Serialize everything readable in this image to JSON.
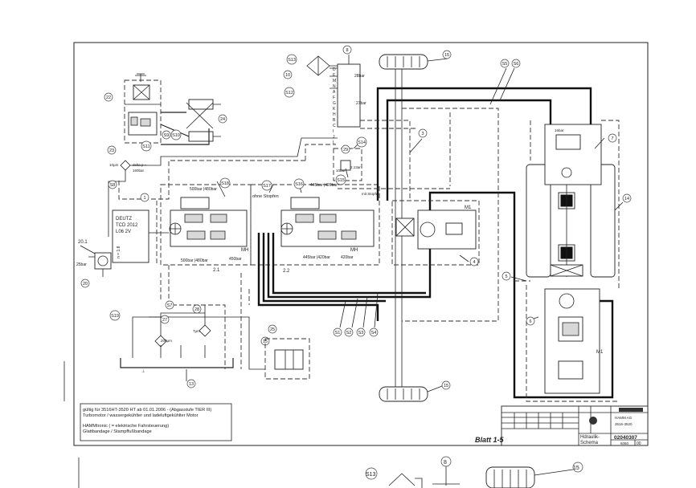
{
  "title_block": {
    "sheet": "Blatt 1-5",
    "company": "HAMM AG",
    "model": "3516-3520",
    "drawing_title_1": "Hdraulik-",
    "drawing_title_2": "Schema",
    "drawing_number": "02040307",
    "drawing_sub": "6060",
    "revision": "00"
  },
  "notes": {
    "line1": "gültig für  3516HT-3520 HT ab 01.01.2006 - (Abgasstufe TIER III)",
    "line2": "Turbomotor / wassergekühlter und ladeluftgekühlter Motor",
    "line3": "HAMMtronic  ( = elektrische Fahrsteuerung)",
    "line4": "Glattbandage / Stampffußbandage"
  },
  "engine": {
    "name": "DEUTZ",
    "model": "TCD 2012",
    "type": "L06 2V",
    "rpm": "n = 1:8"
  },
  "valve_labels": {
    "v1_top": "500bar |480bar",
    "v1_bottom": "500bar |480bar",
    "v1_right": "450bar",
    "v2_top": "ohne Stopfen",
    "v2_top_right": "445bar |420bar",
    "v2_bottom": "445bar |420bar",
    "v2_right": "420bar",
    "mit_stopfen": "mit Stopfen",
    "mh1": "MH",
    "mh2": "MH",
    "m1_motor": "M1",
    "m1_drum": "M1",
    "bar_16": "16bar",
    "bar_25": "25bar",
    "bar_27": "27bar",
    "bar_28": "28bar",
    "bar_213": "2,13ar",
    "bar_10": "10bar",
    "bar_160": "160bar",
    "bar_10um": "10µm",
    "bar_200um": "200µm",
    "bar_7um": "7µm",
    "delta_p": "delta p =",
    "v_2_1": "2.1",
    "v_2_2": "2.2",
    "v_20_1": "20.1"
  },
  "callouts": {
    "c1": "1",
    "c3": "3",
    "c4": "4",
    "c5": "5",
    "c6": "6",
    "c7": "7",
    "c8": "8",
    "c10": "10",
    "c12": "12",
    "c13": "13",
    "c14": "14",
    "c15a": "15",
    "c15b": "15",
    "c15c": "15",
    "c20": "20",
    "c22": "22",
    "c23": "23",
    "c24": "24",
    "c25": "25",
    "c27": "27",
    "c28": "28",
    "c29": "29",
    "s1": "S1",
    "s2": "S2",
    "s3": "S3",
    "s4": "S4",
    "s5": "S5",
    "s6": "S6",
    "s7": "S7",
    "s8": "S8",
    "s9": "S9",
    "s10": "S10",
    "s11": "S11",
    "s12": "S12",
    "s13": "S13",
    "s14": "S14",
    "s15": "S15",
    "s16": "S16",
    "s17": "S17",
    "s18": "S18",
    "s19": "S19"
  },
  "port_letters": [
    "D",
    "E",
    "M",
    "N",
    "A",
    "F",
    "G",
    "K",
    "H",
    "B",
    "C",
    "I",
    "J",
    "L"
  ],
  "next_page": {
    "s13": "S13",
    "c8": "8",
    "c15": "15"
  }
}
